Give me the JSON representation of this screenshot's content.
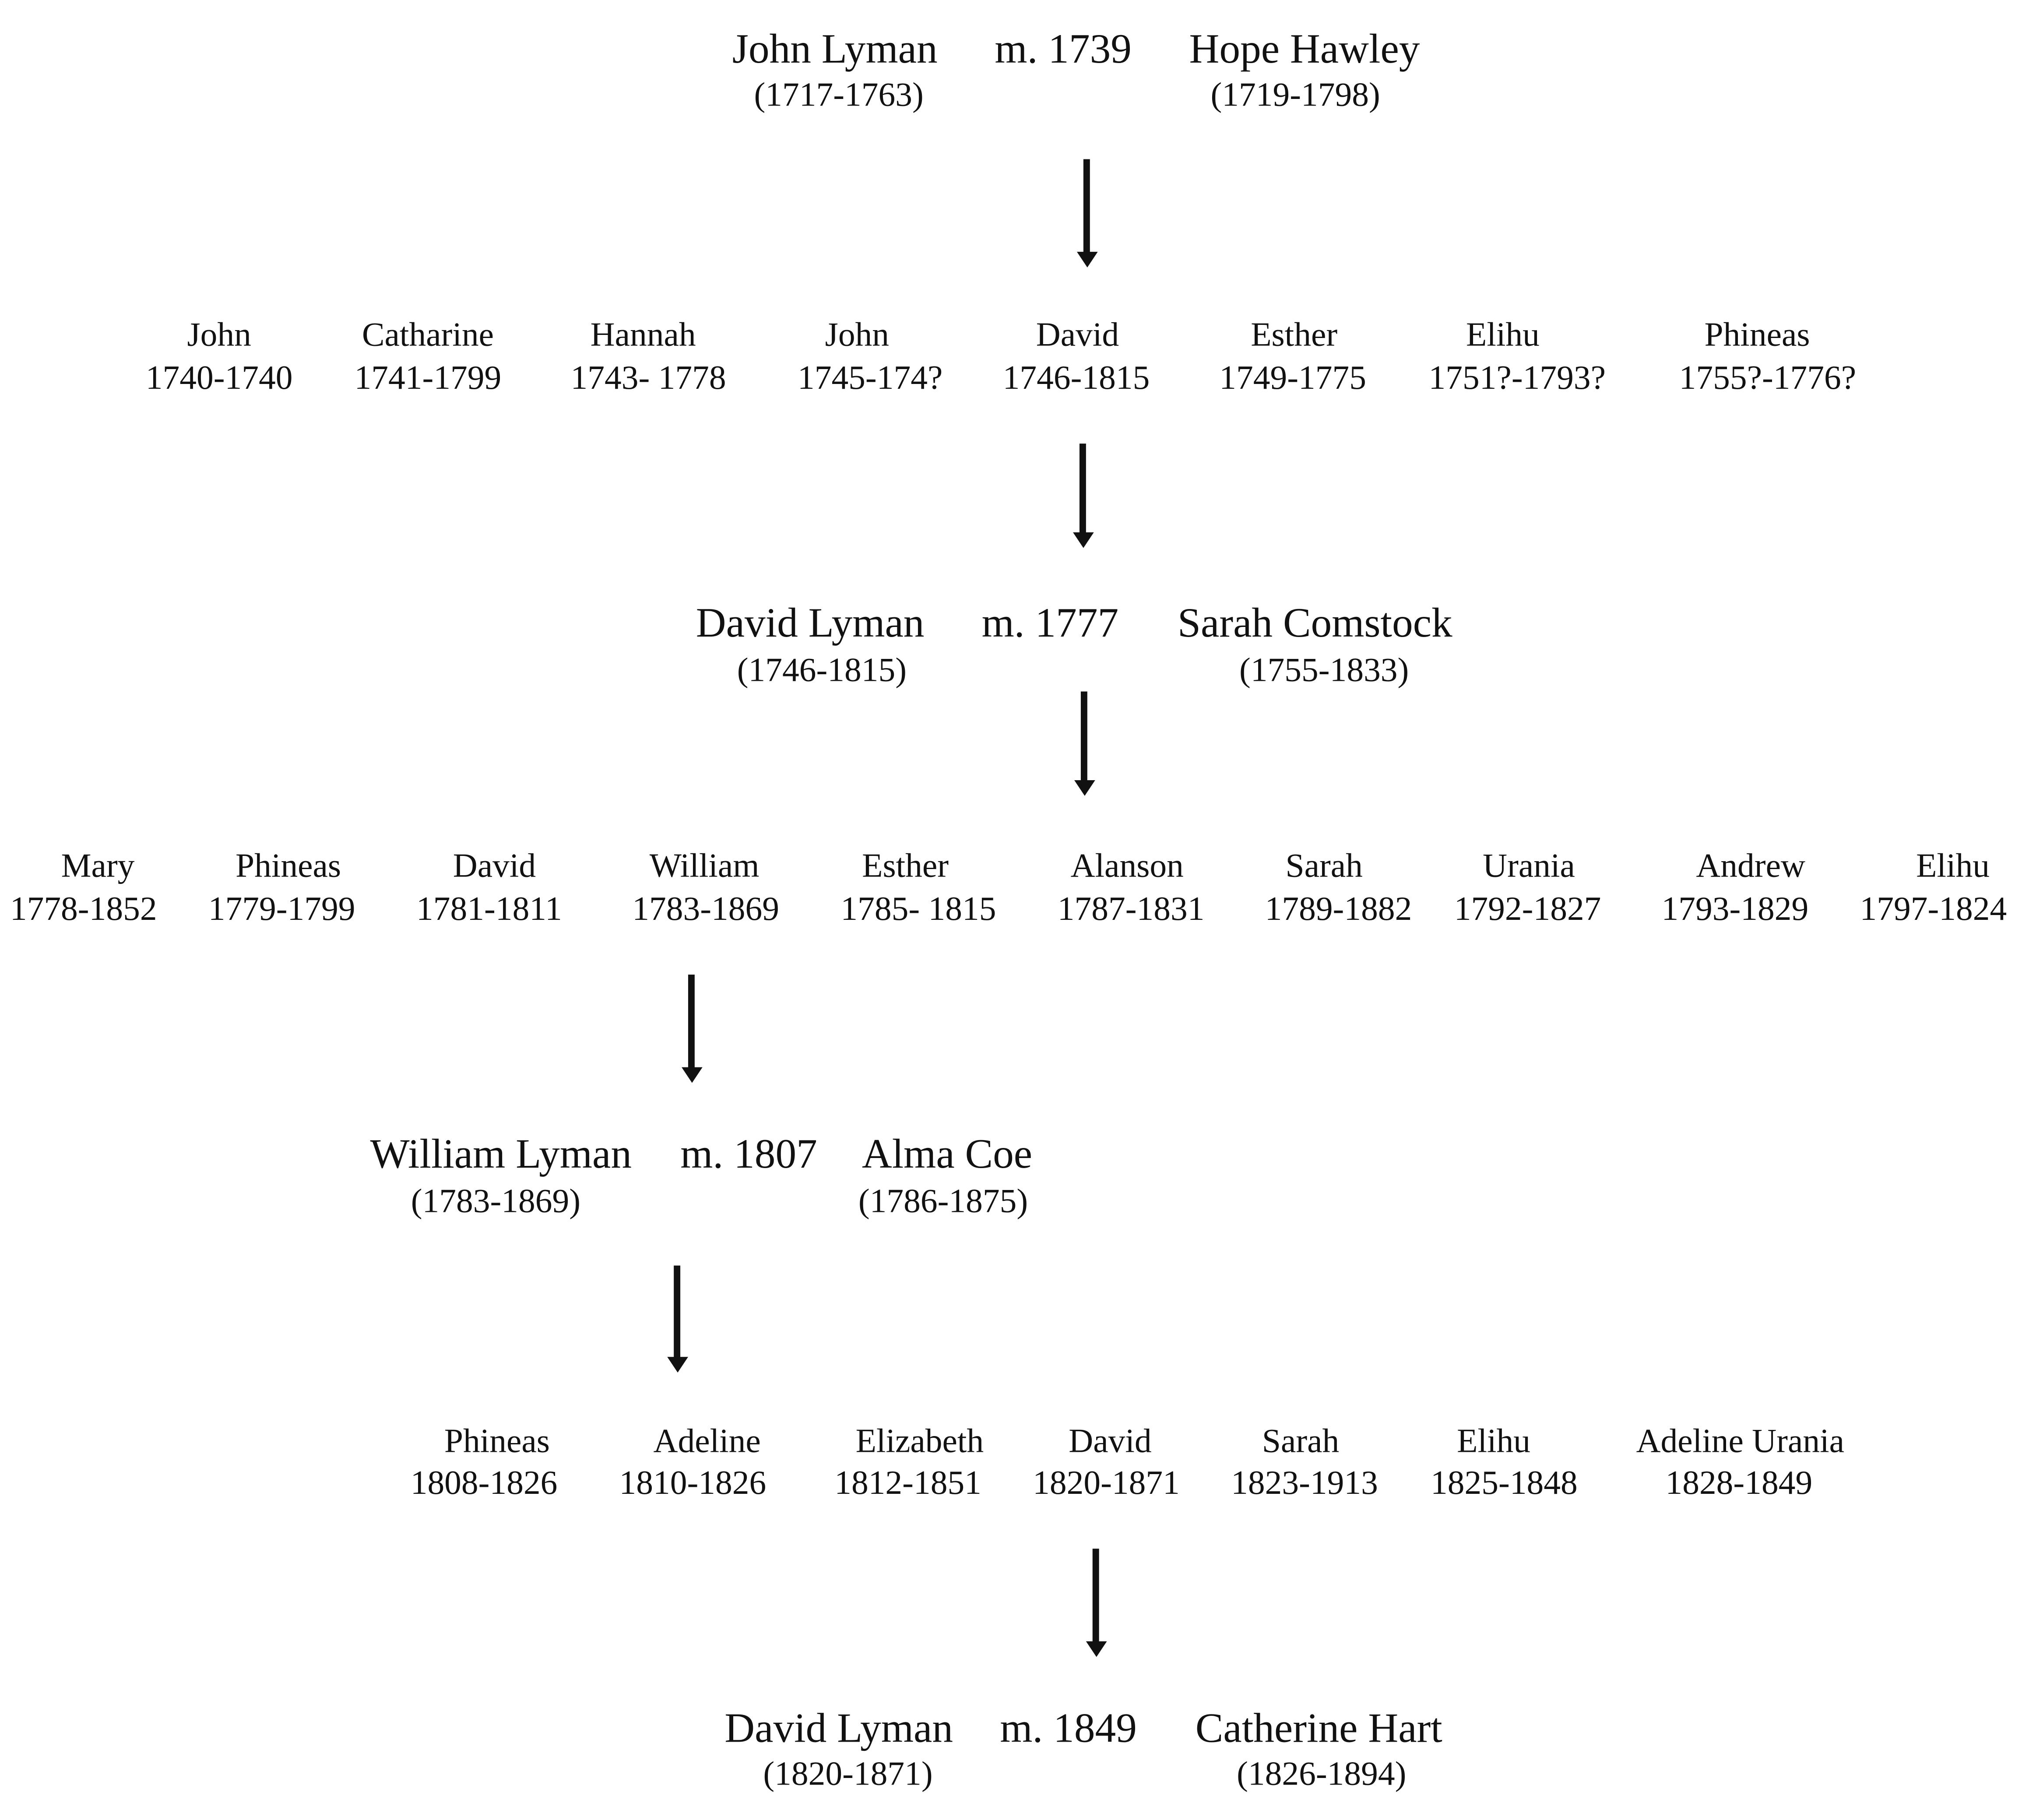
{
  "generations": [
    {
      "husband": "John Lyman",
      "marriage": "m. 1739",
      "wife": "Hope Hawley",
      "husband_dates": "(1717-1763)",
      "wife_dates": "(1719-1798)"
    },
    {
      "husband": "David Lyman",
      "marriage": "m. 1777",
      "wife": "Sarah Comstock",
      "husband_dates": "(1746-1815)",
      "wife_dates": "(1755-1833)"
    },
    {
      "husband": "William Lyman",
      "marriage": "m. 1807",
      "wife": "Alma Coe",
      "husband_dates": "(1783-1869)",
      "wife_dates": "(1786-1875)"
    },
    {
      "husband": "David Lyman",
      "marriage": "m. 1849",
      "wife": "Catherine Hart",
      "husband_dates": "(1820-1871)",
      "wife_dates": "(1826-1894)"
    }
  ],
  "children": [
    [
      {
        "name": "John",
        "dates": "1740-1740"
      },
      {
        "name": "Catharine",
        "dates": "1741-1799"
      },
      {
        "name": "Hannah",
        "dates": "1743- 1778"
      },
      {
        "name": "John",
        "dates": "1745-174?"
      },
      {
        "name": "David",
        "dates": "1746-1815"
      },
      {
        "name": "Esther",
        "dates": "1749-1775"
      },
      {
        "name": "Elihu",
        "dates": "1751?-1793?"
      },
      {
        "name": "Phineas",
        "dates": "1755?-1776?"
      }
    ],
    [
      {
        "name": "Mary",
        "dates": "1778-1852"
      },
      {
        "name": "Phineas",
        "dates": "1779-1799"
      },
      {
        "name": "David",
        "dates": "1781-1811"
      },
      {
        "name": "William",
        "dates": "1783-1869"
      },
      {
        "name": "Esther",
        "dates": "1785- 1815"
      },
      {
        "name": "Alanson",
        "dates": "1787-1831"
      },
      {
        "name": "Sarah",
        "dates": "1789-1882"
      },
      {
        "name": "Urania",
        "dates": "1792-1827"
      },
      {
        "name": "Andrew",
        "dates": "1793-1829"
      },
      {
        "name": "Elihu",
        "dates": "1797-1824"
      }
    ],
    [
      {
        "name": "Phineas",
        "dates": "1808-1826"
      },
      {
        "name": "Adeline",
        "dates": "1810-1826"
      },
      {
        "name": "Elizabeth",
        "dates": "1812-1851"
      },
      {
        "name": "David",
        "dates": "1820-1871"
      },
      {
        "name": "Sarah",
        "dates": "1823-1913"
      },
      {
        "name": "Elihu",
        "dates": "1825-1848"
      },
      {
        "name": "Adeline Urania",
        "dates": "1828-1849"
      }
    ]
  ],
  "arrow_icon": "down-arrow-icon"
}
